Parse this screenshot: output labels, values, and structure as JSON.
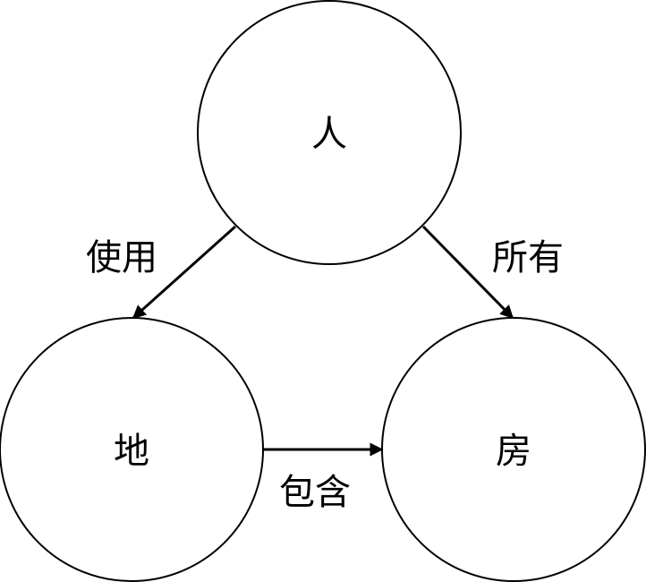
{
  "nodes": {
    "person": {
      "label": "人"
    },
    "land": {
      "label": "地"
    },
    "house": {
      "label": "房"
    }
  },
  "edges": {
    "person_to_land": {
      "label": "使用"
    },
    "person_to_house": {
      "label": "所有"
    },
    "land_to_house": {
      "label": "包含"
    }
  },
  "colors": {
    "stroke": "#000000",
    "background": "#ffffff"
  }
}
